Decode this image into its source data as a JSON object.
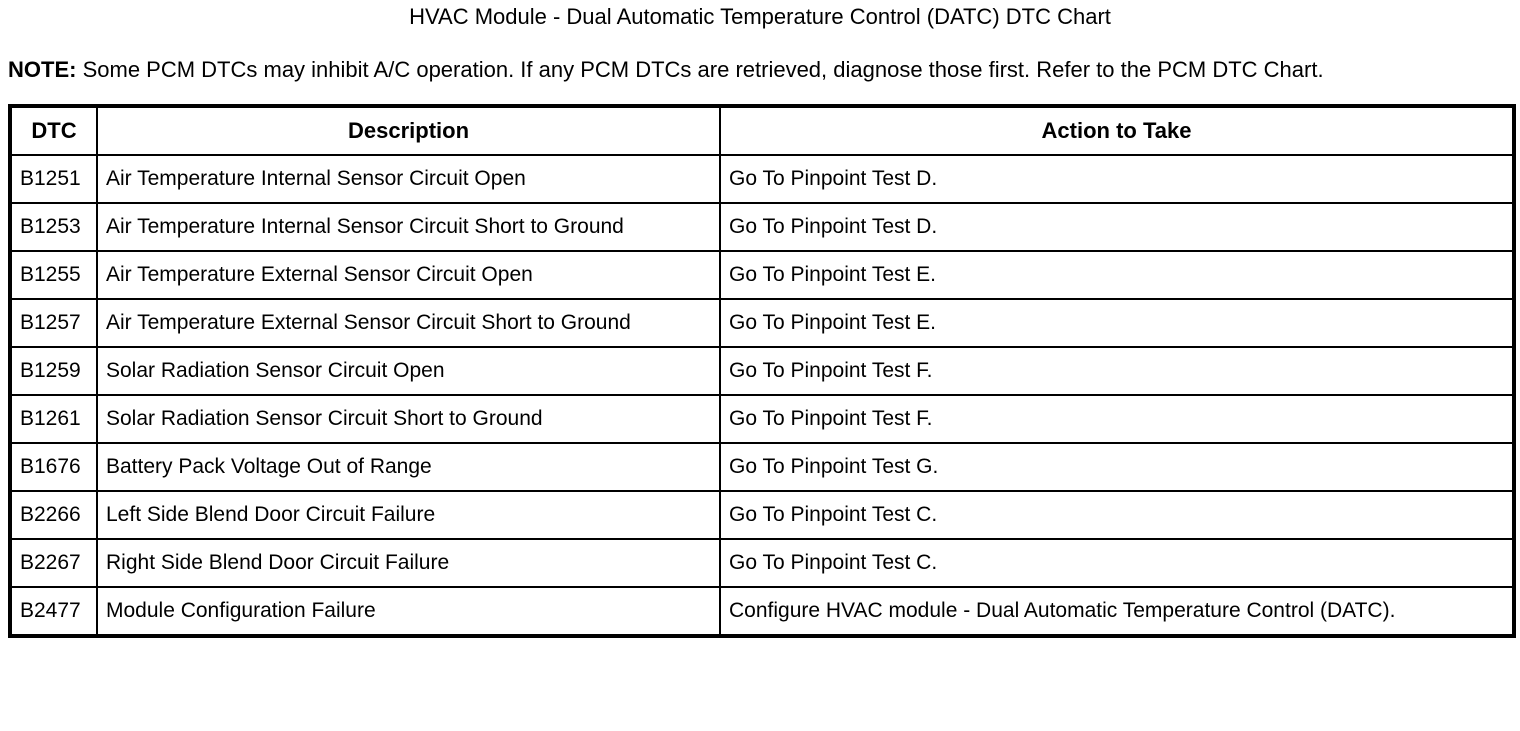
{
  "document": {
    "title": "HVAC Module - Dual Automatic Temperature Control (DATC) DTC Chart",
    "note": {
      "label": "NOTE:",
      "text": "Some PCM DTCs may inhibit A/C operation. If any PCM DTCs are retrieved, diagnose those first. Refer to the PCM DTC Chart."
    }
  },
  "table": {
    "columns": [
      "DTC",
      "Description",
      "Action to Take"
    ],
    "rows": [
      {
        "dtc": "B1251",
        "description": "Air Temperature Internal Sensor Circuit Open",
        "action": "Go To Pinpoint Test D."
      },
      {
        "dtc": "B1253",
        "description": "Air Temperature Internal Sensor Circuit Short to Ground",
        "action": "Go To Pinpoint Test D."
      },
      {
        "dtc": "B1255",
        "description": "Air Temperature External Sensor Circuit Open",
        "action": "Go To Pinpoint Test E."
      },
      {
        "dtc": "B1257",
        "description": "Air Temperature External Sensor Circuit Short to Ground",
        "action": "Go To Pinpoint Test E."
      },
      {
        "dtc": "B1259",
        "description": "Solar Radiation Sensor Circuit Open",
        "action": "Go To Pinpoint Test F."
      },
      {
        "dtc": "B1261",
        "description": "Solar Radiation Sensor Circuit Short to Ground",
        "action": "Go To Pinpoint Test F."
      },
      {
        "dtc": "B1676",
        "description": "Battery Pack Voltage Out of Range",
        "action": "Go To Pinpoint Test G."
      },
      {
        "dtc": "B2266",
        "description": "Left Side Blend Door Circuit Failure",
        "action": "Go To Pinpoint Test C."
      },
      {
        "dtc": "B2267",
        "description": "Right Side Blend Door Circuit Failure",
        "action": "Go To Pinpoint Test C."
      },
      {
        "dtc": "B2477",
        "description": "Module Configuration Failure",
        "action": "Configure HVAC module - Dual Automatic Temperature Control (DATC)."
      }
    ],
    "colors": {
      "border": "#000000",
      "text": "#000000",
      "background": "#ffffff"
    }
  }
}
